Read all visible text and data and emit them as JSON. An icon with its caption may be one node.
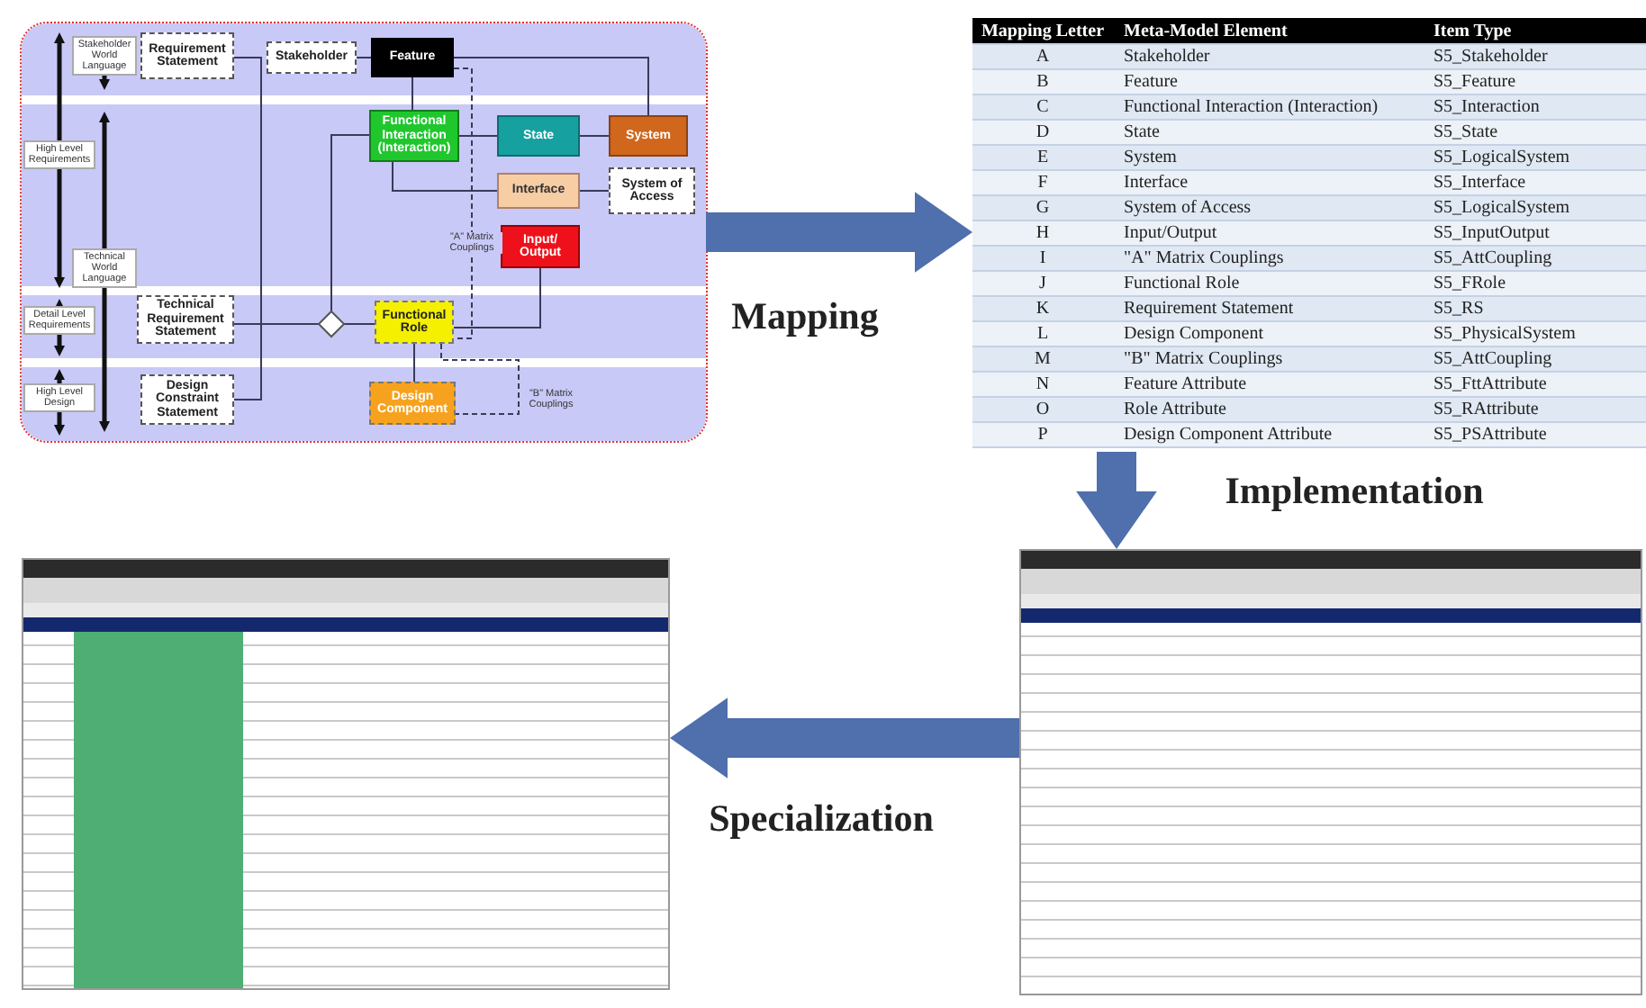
{
  "diagram": {
    "nodes": [
      {
        "text": [],
        "shape": "box"
      },
      {
        "text": [
          "Requirement Statement"
        ],
        "in": 0
      },
      {
        "text": [
          "Stakeholder"
        ],
        "in": 0
      },
      {
        "text": [
          "Feature"
        ],
        "in": 0
      },
      {
        "text": [
          "Functional Interaction (Interaction)"
        ],
        "in": 0
      },
      {
        "text": [
          "State"
        ],
        "in": 0
      },
      {
        "text": [
          "System"
        ],
        "in": 0
      },
      {
        "text": [
          "Interface"
        ],
        "in": 0
      },
      {
        "text": [
          "System of Access"
        ],
        "in": 0
      },
      {
        "text": [
          "Input/ Output"
        ],
        "in": 0
      },
      {
        "text": [
          "Technical Requirement Statement"
        ],
        "in": 0
      },
      {
        "text": [],
        "shape": "diamond",
        "in": 0
      },
      {
        "text": [
          "Functional Role"
        ],
        "in": 0
      },
      {
        "text": [
          "Design Constraint Statement"
        ],
        "in": 0
      },
      {
        "text": [
          "Design Component"
        ],
        "in": 0
      },
      {
        "text": [],
        "shape": "table"
      },
      {
        "text": [],
        "shape": "picture"
      },
      {
        "text": [],
        "shape": "picture"
      }
    ],
    "edges": [
      {
        "from": 2,
        "to": 3,
        "arrow": "none"
      },
      {
        "from": 3,
        "to": 6,
        "arrow": "none"
      },
      {
        "from": 3,
        "to": 4,
        "arrow": "none"
      },
      {
        "from": 4,
        "to": 5,
        "arrow": "none"
      },
      {
        "from": 5,
        "to": 6,
        "arrow": "none"
      },
      {
        "from": 4,
        "to": 7,
        "arrow": "none"
      },
      {
        "from": 7,
        "to": 8,
        "arrow": "none"
      },
      {
        "from": 9,
        "to": 12,
        "arrow": "none"
      },
      {
        "from": 12,
        "to": 14,
        "arrow": "none"
      },
      {
        "from": 11,
        "to": 12,
        "arrow": "none"
      },
      {
        "from": 11,
        "to": 4,
        "arrow": "none"
      },
      {
        "from": 1,
        "to": 11,
        "arrow": "none"
      },
      {
        "from": 10,
        "to": 11,
        "arrow": "none"
      },
      {
        "from": 13,
        "to": 11,
        "arrow": "none"
      },
      {
        "from": 3,
        "to": 12,
        "arrow": "none",
        "style": "dashed",
        "label": "\"A\" Matrix Couplings"
      },
      {
        "from": 12,
        "to": 14,
        "arrow": "none",
        "style": "dashed",
        "label": "\"B\" Matrix Couplings"
      },
      {
        "from": 0,
        "to": 15,
        "arrow": "to",
        "style": "thick",
        "color": "#4f6fad",
        "label": "Mapping"
      },
      {
        "from": 15,
        "to": 17,
        "arrow": "to",
        "style": "thick",
        "color": "#4f6fad",
        "label": "Implementation"
      },
      {
        "from": 17,
        "to": 16,
        "arrow": "to",
        "style": "thick",
        "color": "#4f6fad",
        "label": "Specialization"
      }
    ],
    "labels": [
      "Stakeholder World Language",
      "High Level Requirements",
      "Technical World Language",
      "Detail Level Requirements",
      "High Level Design",
      "Mapping Letter",
      "Meta-Model Element",
      "Item Type",
      "A",
      "Stakeholder",
      "S5_Stakeholder",
      "B",
      "Feature",
      "S5_Feature",
      "C",
      "Functional Interaction (Interaction)",
      "S5_Interaction",
      "D",
      "State",
      "S5_State",
      "E",
      "System",
      "S5_LogicalSystem",
      "F",
      "Interface",
      "S5_Interface",
      "G",
      "System of Access",
      "S5_LogicalSystem",
      "H",
      "Input/Output",
      "S5_InputOutput",
      "I",
      "\"A\" Matrix Couplings",
      "S5_AttCoupling",
      "J",
      "Functional Role",
      "S5_FRole",
      "K",
      "Requirement Statement",
      "S5_RS",
      "L",
      "Design Component",
      "S5_PhysicalSystem",
      "M",
      "\"B\" Matrix Couplings",
      "S5_AttCoupling",
      "N",
      "Feature Attribute",
      "S5_FttAttribute",
      "O",
      "Role Attribute",
      "S5_RAttribute",
      "P",
      "Design Component Attribute",
      "S5_PSAttribute"
    ]
  }
}
